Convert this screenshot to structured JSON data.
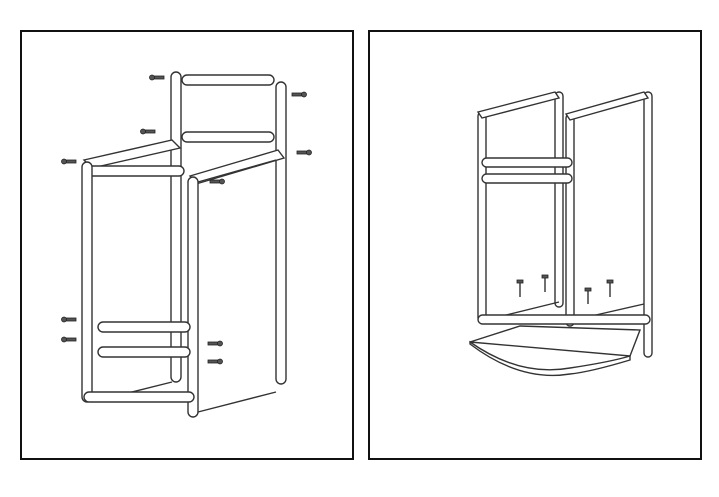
{
  "colors": {
    "border": "#111111",
    "stroke": "#333333",
    "background": "#ffffff"
  },
  "panels": [
    {
      "name": "left",
      "icon": "frame-exploded-assembly"
    },
    {
      "name": "right",
      "icon": "frame-with-shelf-assembly"
    }
  ]
}
